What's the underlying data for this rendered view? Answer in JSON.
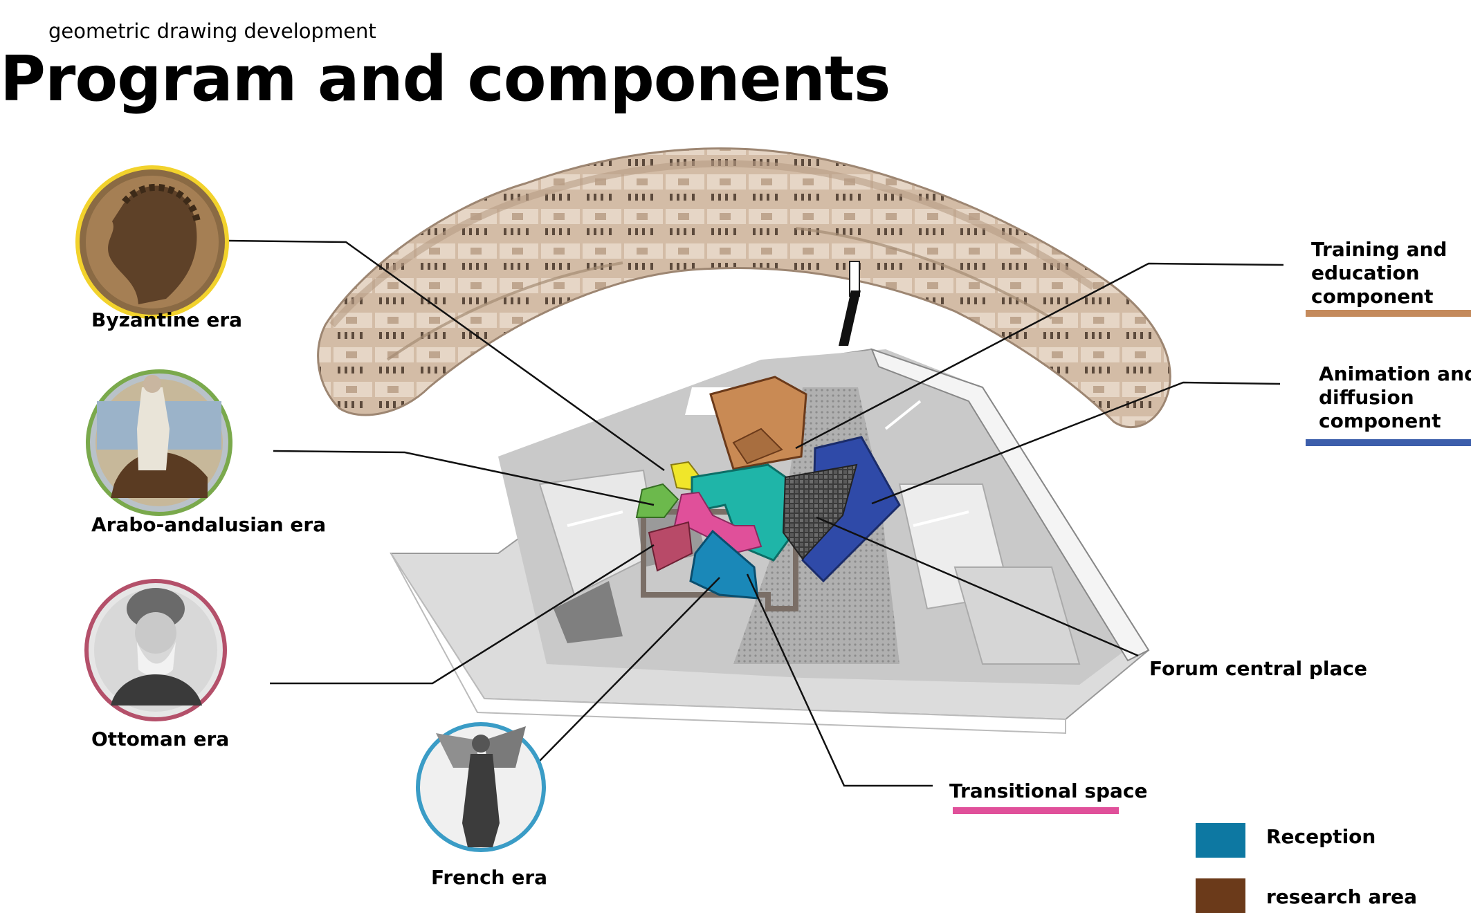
{
  "header": {
    "subtitle": "geometric drawing development",
    "title": "Program and components"
  },
  "eras": [
    {
      "label": "Byzantine era",
      "ring_color": "#f2d22c"
    },
    {
      "label": "Arabo-andalusian era",
      "ring_color": "#7aa94c"
    },
    {
      "label": "Ottoman era",
      "ring_color": "#b4506a"
    },
    {
      "label": "French era",
      "ring_color": "#3a9cc6"
    }
  ],
  "components": {
    "training": {
      "label": "Training and education component",
      "color": "#c48a5c"
    },
    "animation": {
      "label": "Animation and diffusion component",
      "color": "#3c5eab"
    },
    "forum": {
      "label": "Forum central place"
    },
    "transitional": {
      "label": "Transitional space",
      "color": "#e0509a"
    }
  },
  "legend": [
    {
      "label": "Reception",
      "color": "#0d78a2"
    },
    {
      "label": "research area",
      "color": "#6b3a1a"
    }
  ]
}
